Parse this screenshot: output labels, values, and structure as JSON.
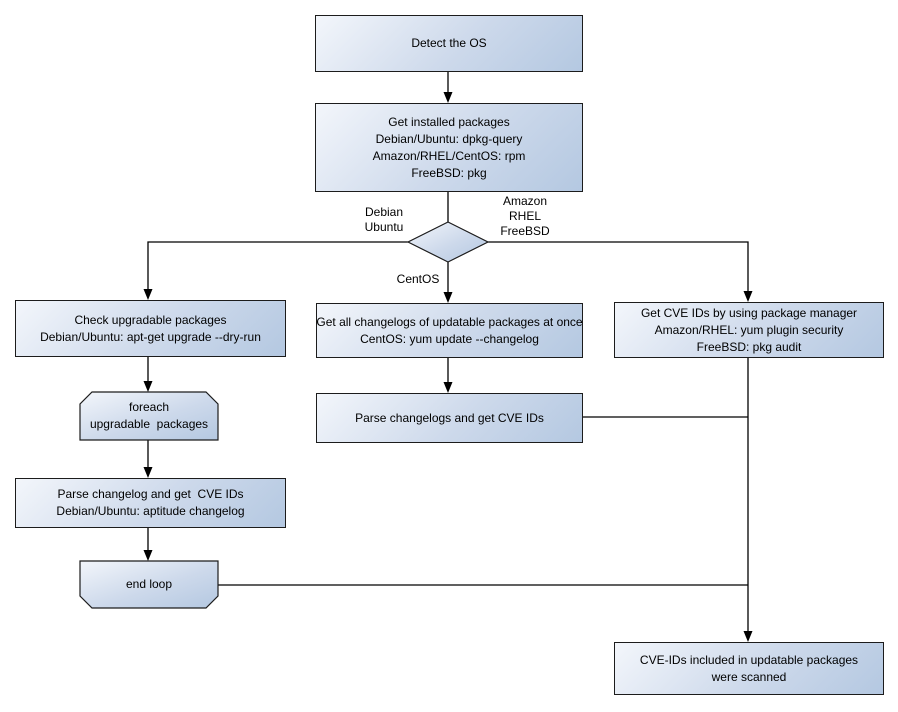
{
  "colors": {
    "background": "#ffffff",
    "node_fill_light": "#f3f6fb",
    "node_fill_dark": "#b4c8e1",
    "node_border": "#1c1c1c",
    "connector": "#000000",
    "text": "#000000"
  },
  "nodes": {
    "detect_os": {
      "lines": [
        "Detect the OS"
      ]
    },
    "get_installed_packages": {
      "lines": [
        "Get installed packages",
        "Debian/Ubuntu: dpkg-query",
        "Amazon/RHEL/CentOS: rpm",
        "FreeBSD: pkg"
      ]
    },
    "check_upgradable_packages": {
      "lines": [
        "Check upgradable packages",
        "Debian/Ubuntu: apt-get upgrade --dry-run"
      ]
    },
    "get_all_changelogs": {
      "lines": [
        "Get all changelogs of updatable packages at once",
        "CentOS: yum update --changelog"
      ]
    },
    "get_cve_ids_package_manager": {
      "lines": [
        "Get CVE IDs by using package manager",
        "Amazon/RHEL: yum plugin security",
        "FreeBSD: pkg audit"
      ]
    },
    "foreach_loop_start": {
      "lines": [
        "foreach",
        "upgradable  packages"
      ]
    },
    "parse_changelogs_get_cve_ids": {
      "lines": [
        "Parse changelogs and get CVE IDs"
      ]
    },
    "parse_changelog_get_cve_ids_debian": {
      "lines": [
        "Parse changelog and get  CVE IDs",
        "Debian/Ubuntu: aptitude changelog"
      ]
    },
    "end_loop": {
      "lines": [
        "end loop"
      ]
    },
    "scan_result": {
      "lines": [
        "CVE-IDs included in updatable packages",
        "were scanned"
      ]
    }
  },
  "edge_labels": {
    "debian_branch": {
      "lines": [
        "Debian",
        "Ubuntu"
      ]
    },
    "amazon_branch": {
      "lines": [
        "Amazon",
        "RHEL",
        "FreeBSD"
      ]
    },
    "centos_branch": {
      "lines": [
        "CentOS"
      ]
    }
  }
}
